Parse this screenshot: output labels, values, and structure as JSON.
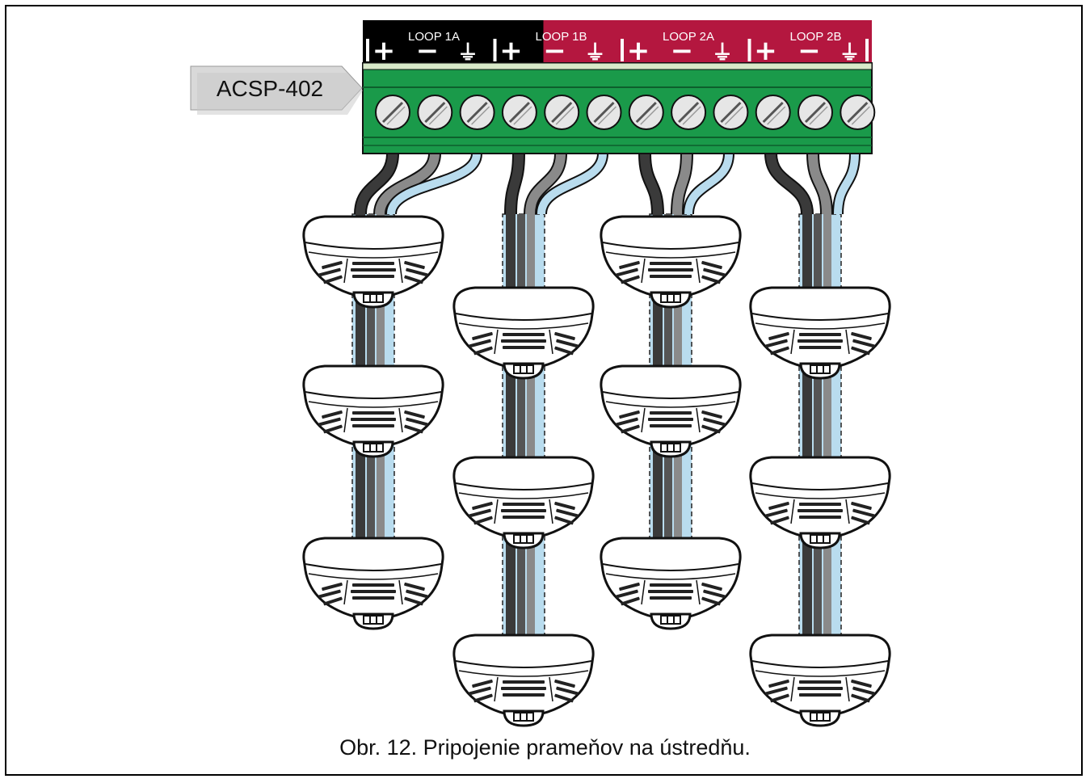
{
  "device_label": "ACSP-402",
  "caption": "Obr. 12. Pripojenie prameňov na ústredňu.",
  "loops": [
    {
      "name": "LOOP 1A",
      "color": "#000000",
      "detectors": 3
    },
    {
      "name": "LOOP 1B",
      "color": "#b4173f",
      "detectors": 3
    },
    {
      "name": "LOOP 2A",
      "color": "#b4173f",
      "detectors": 3
    },
    {
      "name": "LOOP 2B",
      "color": "#b4173f",
      "detectors": 3
    }
  ],
  "terminal_symbols": [
    "+",
    "−",
    "⏚"
  ],
  "colors": {
    "terminal_block": "#1a9a4a",
    "wire_plus": "#3a3a3a",
    "wire_minus": "#8a8a8a",
    "wire_shield": "#b9dcee"
  }
}
